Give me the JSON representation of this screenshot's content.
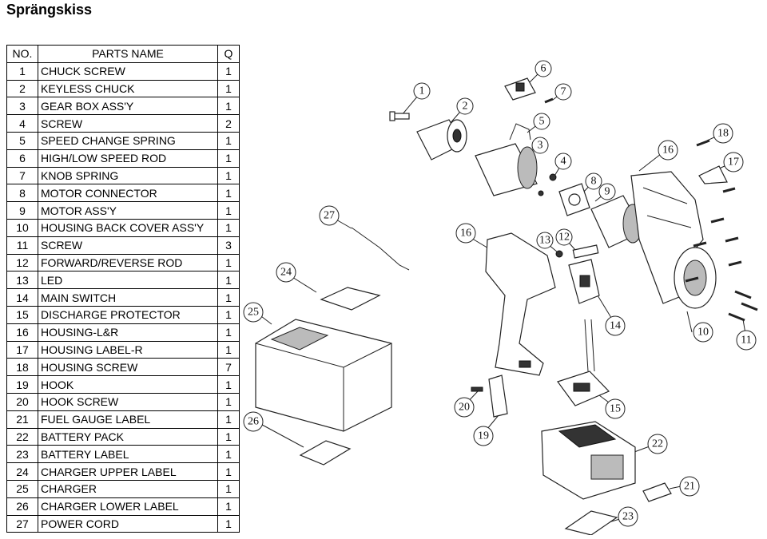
{
  "title": "Sprängskiss",
  "table": {
    "headers": {
      "no": "NO.",
      "name": "PARTS NAME",
      "q": "Q"
    },
    "rows": [
      {
        "no": "1",
        "name": "CHUCK SCREW",
        "q": "1"
      },
      {
        "no": "2",
        "name": "KEYLESS CHUCK",
        "q": "1"
      },
      {
        "no": "3",
        "name": "GEAR BOX ASS'Y",
        "q": "1"
      },
      {
        "no": "4",
        "name": "SCREW",
        "q": "2"
      },
      {
        "no": "5",
        "name": "SPEED CHANGE SPRING",
        "q": "1"
      },
      {
        "no": "6",
        "name": "HIGH/LOW SPEED ROD",
        "q": "1"
      },
      {
        "no": "7",
        "name": "KNOB SPRING",
        "q": "1"
      },
      {
        "no": "8",
        "name": "MOTOR CONNECTOR",
        "q": "1"
      },
      {
        "no": "9",
        "name": "MOTOR ASS'Y",
        "q": "1"
      },
      {
        "no": "10",
        "name": "HOUSING BACK COVER ASS'Y",
        "q": "1"
      },
      {
        "no": "11",
        "name": "SCREW",
        "q": "3"
      },
      {
        "no": "12",
        "name": "FORWARD/REVERSE ROD",
        "q": "1"
      },
      {
        "no": "13",
        "name": "LED",
        "q": "1"
      },
      {
        "no": "14",
        "name": "MAIN SWITCH",
        "q": "1"
      },
      {
        "no": "15",
        "name": "DISCHARGE PROTECTOR",
        "q": "1"
      },
      {
        "no": "16",
        "name": "HOUSING-L&R",
        "q": "1"
      },
      {
        "no": "17",
        "name": "HOUSING LABEL-R",
        "q": "1"
      },
      {
        "no": "18",
        "name": "HOUSING SCREW",
        "q": "7"
      },
      {
        "no": "19",
        "name": "HOOK",
        "q": "1"
      },
      {
        "no": "20",
        "name": "HOOK SCREW",
        "q": "1"
      },
      {
        "no": "21",
        "name": "FUEL GAUGE LABEL",
        "q": "1"
      },
      {
        "no": "22",
        "name": "BATTERY PACK",
        "q": "1"
      },
      {
        "no": "23",
        "name": "BATTERY LABEL",
        "q": "1"
      },
      {
        "no": "24",
        "name": "CHARGER UPPER LABEL",
        "q": "1"
      },
      {
        "no": "25",
        "name": "CHARGER",
        "q": "1"
      },
      {
        "no": "26",
        "name": "CHARGER LOWER LABEL",
        "q": "1"
      },
      {
        "no": "27",
        "name": "POWER CORD",
        "q": "1"
      }
    ]
  },
  "callouts": [
    "1",
    "2",
    "3",
    "4",
    "5",
    "6",
    "7",
    "8",
    "9",
    "10",
    "11",
    "12",
    "13",
    "14",
    "15",
    "16",
    "17",
    "18",
    "19",
    "20",
    "21",
    "22",
    "23",
    "24",
    "25",
    "26",
    "27"
  ]
}
